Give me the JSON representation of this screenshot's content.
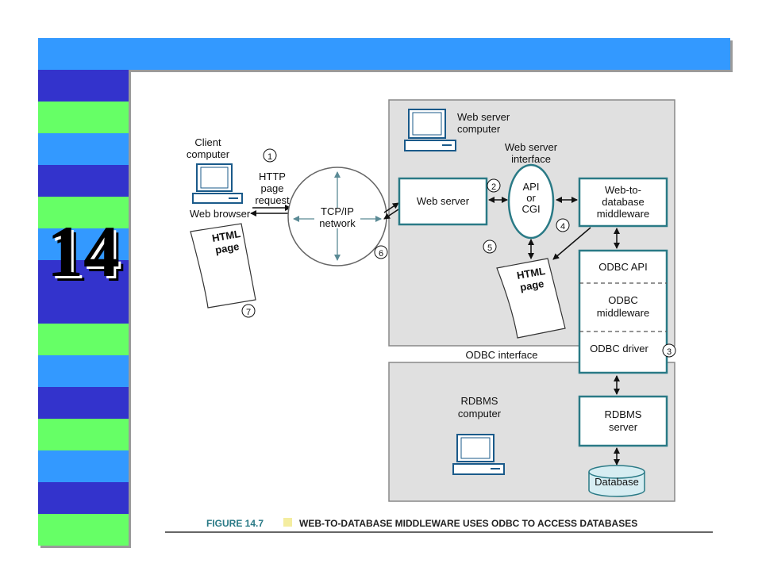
{
  "slide": {
    "chapter_number": "14",
    "colors": {
      "topbar": "#3399ff",
      "stripe_dark": "#3333cc",
      "stripe_green": "#66ff66",
      "stripe_blue": "#3399ff",
      "panel": "#e0e0e0",
      "box_border": "#2a7a86"
    }
  },
  "diagram": {
    "client": {
      "title_line1": "Client",
      "title_line2": "computer",
      "browser": "Web browser"
    },
    "http": {
      "line1": "HTTP",
      "line2": "page",
      "line3": "request"
    },
    "network": {
      "line1": "TCP/IP",
      "line2": "network"
    },
    "web_server_computer": {
      "line1": "Web server",
      "line2": "computer"
    },
    "web_server_interface": {
      "line1": "Web server",
      "line2": "interface"
    },
    "web_server_box": "Web server",
    "api": {
      "line1": "API",
      "line2": "or",
      "line3": "CGI"
    },
    "middleware": {
      "line1": "Web-to-",
      "line2": "database",
      "line3": "middleware"
    },
    "html_page_client": {
      "line1": "HTML",
      "line2": "page"
    },
    "html_page_server": {
      "line1": "HTML",
      "line2": "page"
    },
    "odbc_stack": {
      "api": "ODBC API",
      "middleware_line1": "ODBC",
      "middleware_line2": "middleware",
      "driver": "ODBC driver"
    },
    "odbc_interface": "ODBC interface",
    "rdbms_computer": {
      "line1": "RDBMS",
      "line2": "computer"
    },
    "rdbms_server": {
      "line1": "RDBMS",
      "line2": "server"
    },
    "database": "Database",
    "steps": [
      "1",
      "2",
      "3",
      "4",
      "5",
      "6",
      "7"
    ]
  },
  "caption": {
    "figure": "FIGURE 14.7",
    "title": "WEB-TO-DATABASE MIDDLEWARE USES ODBC TO ACCESS DATABASES"
  }
}
